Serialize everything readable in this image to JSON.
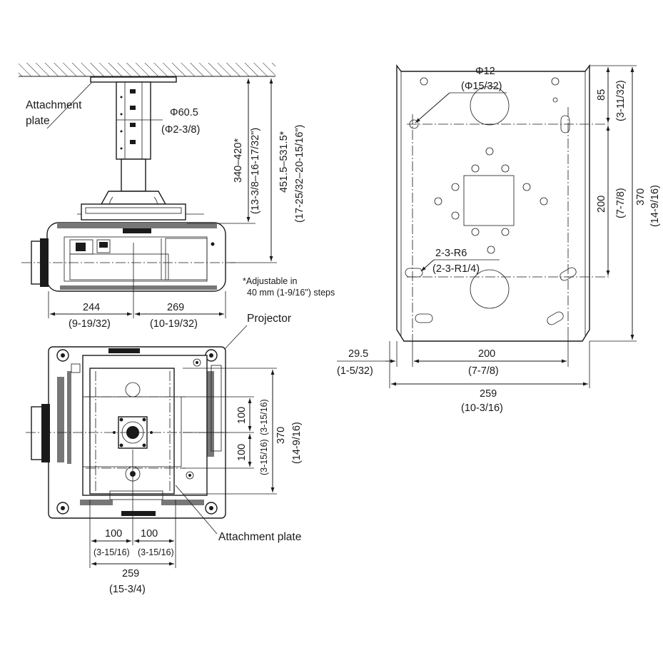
{
  "labels": {
    "attachment_plate_top_1": "Attachment",
    "attachment_plate_top_2": "plate",
    "projector": "Projector",
    "attachment_plate_bottom": "Attachment plate",
    "note_1": "*Adjustable in",
    "note_2": "40 mm (1-9/16\") steps"
  },
  "dims": {
    "pipe_dia": "Φ60.5",
    "pipe_dia_in": "(Φ2-3/8)",
    "adj_range": "340–420*",
    "adj_range_in": "(13-3/8–16-17/32\")",
    "total_range": "451.5–531.5*",
    "total_range_in": "(17-25/32–20-15/16\")",
    "w244": "244",
    "w244_in": "(9-19/32)",
    "w269": "269",
    "w269_in": "(10-19/32)",
    "v100a": "100",
    "v100a_in": "(3-15/16)",
    "v100b": "100",
    "v100b_in": "(3-15/16)",
    "h370": "370",
    "h370_in": "(14-9/16)",
    "b100a": "100",
    "b100a_in": "(3-15/16)",
    "b100b": "100",
    "b100b_in": "(3-15/16)",
    "b259": "259",
    "b259_in": "(15-3/4)",
    "hole_dia": "Φ12",
    "hole_dia_in": "(Φ15/32)",
    "slot": "2-3-R6",
    "slot_in": "(2-3-R1/4)",
    "r85": "85",
    "r85_in": "(3-11/32)",
    "r200v": "200",
    "r200v_in": "(7-7/8)",
    "r370": "370",
    "r370_in": "(14-9/16)",
    "r29": "29.5",
    "r29_in": "(1-5/32)",
    "r200h": "200",
    "r200h_in": "(7-7/8)",
    "r259": "259",
    "r259_in": "(10-3/16)"
  }
}
